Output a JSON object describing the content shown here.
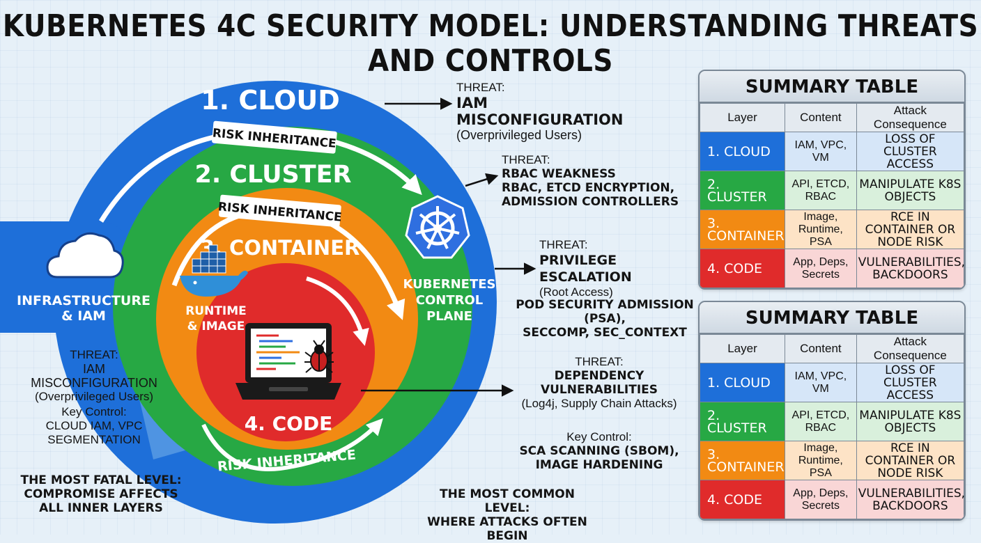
{
  "title": "KUBERNETES 4C SECURITY MODEL: UNDERSTANDING THREATS AND CONTROLS",
  "colors": {
    "cloud": "#1e6fd9",
    "cluster": "#27a844",
    "container": "#f28a13",
    "code": "#e02b2b"
  },
  "rings": {
    "cloud": "1. CLOUD",
    "cluster": "2. CLUSTER",
    "container": "3. CONTAINER",
    "code": "4. CODE"
  },
  "risk_inheritance": [
    "RISK INHERITANCE",
    "RISK INHERITANCE",
    "RISK INHERITANCE"
  ],
  "icons": {
    "infra": {
      "icon": "cloud-icon",
      "label_1": "INFRASTRUCTURE",
      "label_2": "& IAM"
    },
    "k8s": {
      "icon": "kubernetes-wheel-icon",
      "label_1": "KUBERNETES",
      "label_2": "CONTROL",
      "label_3": "PLANE"
    },
    "docker": {
      "icon": "docker-whale-icon",
      "label_1": "RUNTIME",
      "label_2": "& IMAGE"
    },
    "code": {
      "icon": "laptop-bug-icon"
    }
  },
  "left_notes": {
    "threat_label": "THREAT:",
    "threat_title": "IAM MISCONFIGURATION",
    "threat_detail": "(Overprivileged Users)",
    "control_label": "Key Control:",
    "control_line_1": "CLOUD IAM, VPC",
    "control_line_2": "SEGMENTATION",
    "fatal_1": "THE MOST FATAL LEVEL:",
    "fatal_2": "COMPROMISE AFFECTS",
    "fatal_3": "ALL INNER LAYERS"
  },
  "right_notes": {
    "cloud": {
      "label": "THREAT:",
      "title": "IAM MISCONFIGURATION",
      "detail": "(Overprivileged Users)"
    },
    "cluster": {
      "label": "THREAT:",
      "title": "RBAC WEAKNESS",
      "line_2": "RBAC, ETCD ENCRYPTION,",
      "line_3": "ADMISSION CONTROLLERS"
    },
    "container": {
      "label": "THREAT:",
      "title": "PRIVILEGE ESCALATION",
      "detail": "(Root Access)",
      "control_1": "POD SECURITY ADMISSION (PSA),",
      "control_2": "SECCOMP, SEC_CONTEXT"
    },
    "code": {
      "label": "THREAT:",
      "title_1": "DEPENDENCY",
      "title_2": "VULNERABILITIES",
      "detail": "(Log4j, Supply Chain Attacks)",
      "control_label": "Key Control:",
      "control_1": "SCA SCANNING (SBOM),",
      "control_2": "IMAGE HARDENING"
    },
    "common_1": "THE MOST COMMON LEVEL:",
    "common_2": "WHERE ATTACKS OFTEN BEGIN"
  },
  "tables": [
    {
      "title": "SUMMARY TABLE",
      "headers": [
        "Layer",
        "Content",
        "Attack Consequence"
      ],
      "rows": [
        {
          "layer": "1. CLOUD",
          "content": "IAM, VPC, VM",
          "consequence": "LOSS OF CLUSTER ACCESS"
        },
        {
          "layer": "2. CLUSTER",
          "content": "API, ETCD, RBAC",
          "consequence": "MANIPULATE K8S OBJECTS"
        },
        {
          "layer": "3. CONTAINER",
          "content": "Image, Runtime, PSA",
          "consequence": "RCE IN CONTAINER OR NODE RISK"
        },
        {
          "layer": "4. CODE",
          "content": "App, Deps, Secrets",
          "consequence": "VULNERABILITIES, BACKDOORS"
        }
      ]
    },
    {
      "title": "SUMMARY TABLE",
      "headers": [
        "Layer",
        "Content",
        "Attack Consequence"
      ],
      "rows": [
        {
          "layer": "1.  CLOUD",
          "content": "IAM, VPC, VM",
          "consequence": "LOSS OF CLUSTER ACCESS"
        },
        {
          "layer": "2. CLUSTER",
          "content": "API, ETCD, RBAC",
          "consequence": "MANIPULATE K8S OBJECTS"
        },
        {
          "layer": "3. CONTAINER",
          "content": "Image, Runtime, PSA",
          "consequence": "RCE IN CONTAINER OR NODE RISK"
        },
        {
          "layer": "4.   CODE",
          "content": "App, Deps, Secrets",
          "consequence": "VULNERABILITIES, BACKDOORS"
        }
      ]
    }
  ]
}
